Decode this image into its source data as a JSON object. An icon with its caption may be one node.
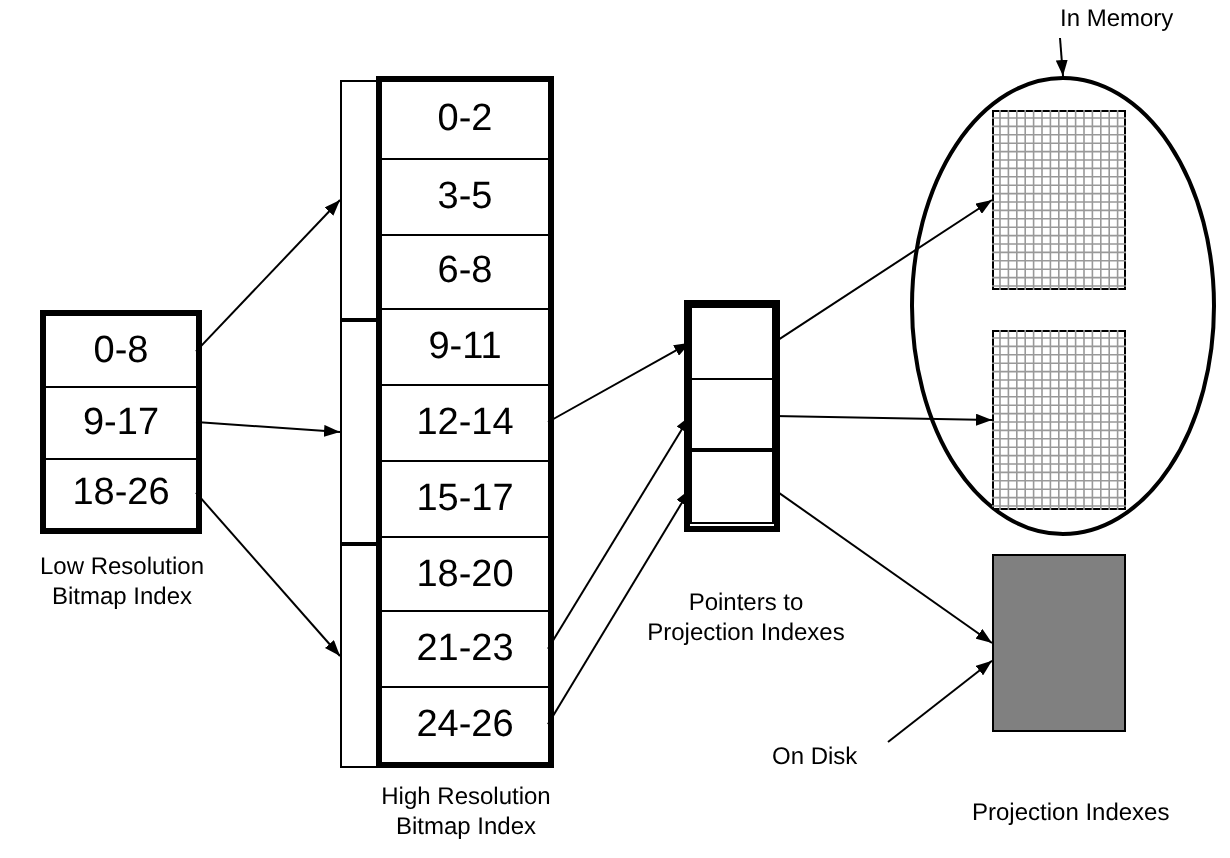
{
  "diagram": {
    "nodes": [
      {
        "text": [],
        "shape": "box",
        "beside": [
          "Low Resolution Bitmap Index"
        ]
      },
      {
        "text": [
          "0-8"
        ],
        "in": 0
      },
      {
        "text": [
          "9-17"
        ],
        "in": 0
      },
      {
        "text": [
          "18-26"
        ],
        "in": 0
      },
      {
        "text": [],
        "shape": "bracket"
      },
      {
        "text": [],
        "shape": "bracket"
      },
      {
        "text": [],
        "shape": "bracket"
      },
      {
        "text": [],
        "shape": "box",
        "beside": [
          "High Resolution Bitmap Index"
        ]
      },
      {
        "text": [
          "0-2"
        ],
        "in": 7
      },
      {
        "text": [
          "3-5"
        ],
        "in": 7
      },
      {
        "text": [
          "6-8"
        ],
        "in": 7
      },
      {
        "text": [
          "9-11"
        ],
        "in": 7
      },
      {
        "text": [
          "12-14"
        ],
        "in": 7
      },
      {
        "text": [
          "15-17"
        ],
        "in": 7
      },
      {
        "text": [
          "18-20"
        ],
        "in": 7
      },
      {
        "text": [
          "21-23"
        ],
        "in": 7
      },
      {
        "text": [
          "24-26"
        ],
        "in": 7
      },
      {
        "text": [],
        "shape": "box",
        "beside": [
          "Pointers to Projection Indexes"
        ]
      },
      {
        "text": [],
        "shape": "box",
        "in": 17
      },
      {
        "text": [],
        "shape": "box",
        "in": 17
      },
      {
        "text": [],
        "shape": "box",
        "in": 17
      },
      {
        "text": [
          "In Memory"
        ]
      },
      {
        "text": [],
        "shape": "circle"
      },
      {
        "text": [],
        "shape": "grid",
        "in": 22
      },
      {
        "text": [],
        "shape": "grid",
        "in": 22
      },
      {
        "text": [],
        "shape": "box"
      },
      {
        "text": [
          "On Disk"
        ]
      }
    ],
    "edges": [
      {
        "from": 1,
        "to": 4,
        "arrow": "to"
      },
      {
        "from": 2,
        "to": 5,
        "arrow": "to"
      },
      {
        "from": 3,
        "to": 6,
        "arrow": "to"
      },
      {
        "from": 12,
        "to": 18,
        "arrow": "to"
      },
      {
        "from": 15,
        "to": 19,
        "arrow": "to"
      },
      {
        "from": 16,
        "to": 20,
        "arrow": "to"
      },
      {
        "from": 18,
        "to": 23,
        "arrow": "to"
      },
      {
        "from": 19,
        "to": 24,
        "arrow": "to"
      },
      {
        "from": 20,
        "to": 25,
        "arrow": "to"
      },
      {
        "from": 21,
        "to": 22,
        "arrow": "to"
      },
      {
        "from": 26,
        "to": 25,
        "arrow": "to"
      }
    ],
    "labels": [
      "Projection Indexes"
    ]
  }
}
